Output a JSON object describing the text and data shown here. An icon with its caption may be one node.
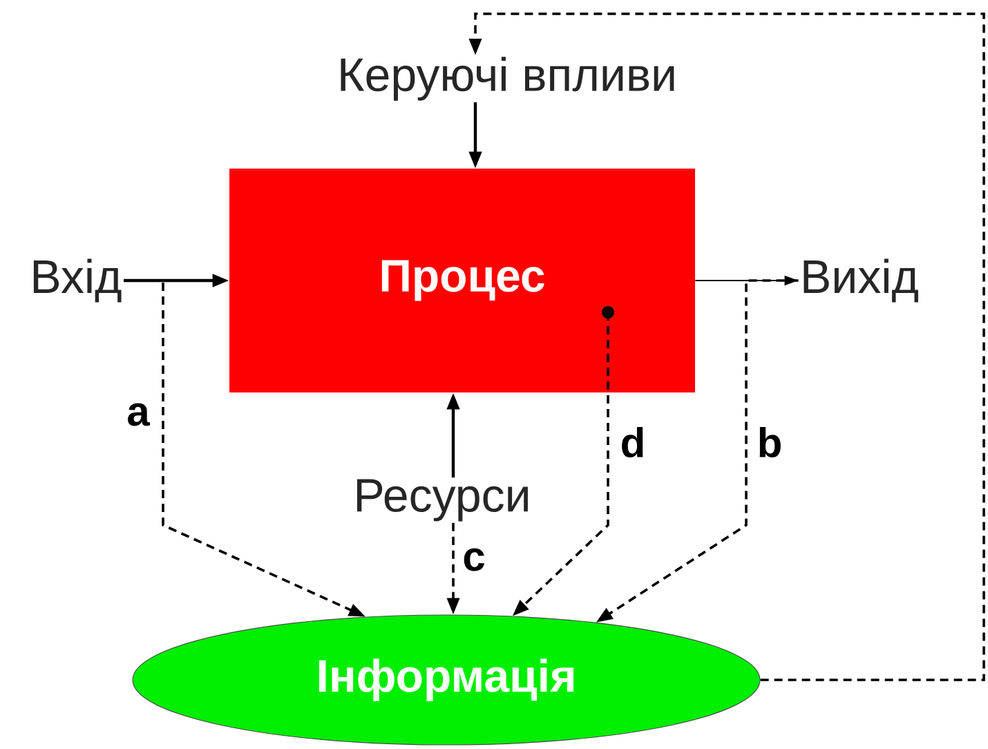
{
  "diagram": {
    "nodes": [
      {
        "text": [
          "Керуючі впливи"
        ]
      },
      {
        "text": [
          "Вхід"
        ]
      },
      {
        "text": [
          "Процес"
        ]
      },
      {
        "text": [
          "Вихід"
        ]
      },
      {
        "text": [
          "Ресурси"
        ]
      },
      {
        "text": [
          "Інформація"
        ]
      }
    ],
    "edges": [
      {
        "from": 0,
        "to": 2,
        "arrow": "to"
      },
      {
        "from": 1,
        "to": 2,
        "arrow": "to"
      },
      {
        "from": 2,
        "to": 3,
        "arrow": "to"
      },
      {
        "from": 4,
        "to": 2,
        "arrow": "to"
      },
      {
        "from": 1,
        "to": 5,
        "arrow": "to",
        "style": "dashed",
        "label": "a"
      },
      {
        "from": 3,
        "to": 5,
        "arrow": "to",
        "style": "dashed",
        "label": "b"
      },
      {
        "from": 4,
        "to": 5,
        "arrow": "to",
        "style": "dashed",
        "label": "c"
      },
      {
        "from": 2,
        "to": 5,
        "arrow": "to",
        "style": "dashed",
        "label": "d"
      },
      {
        "from": 5,
        "to": 0,
        "arrow": "to",
        "style": "dashed"
      }
    ]
  }
}
